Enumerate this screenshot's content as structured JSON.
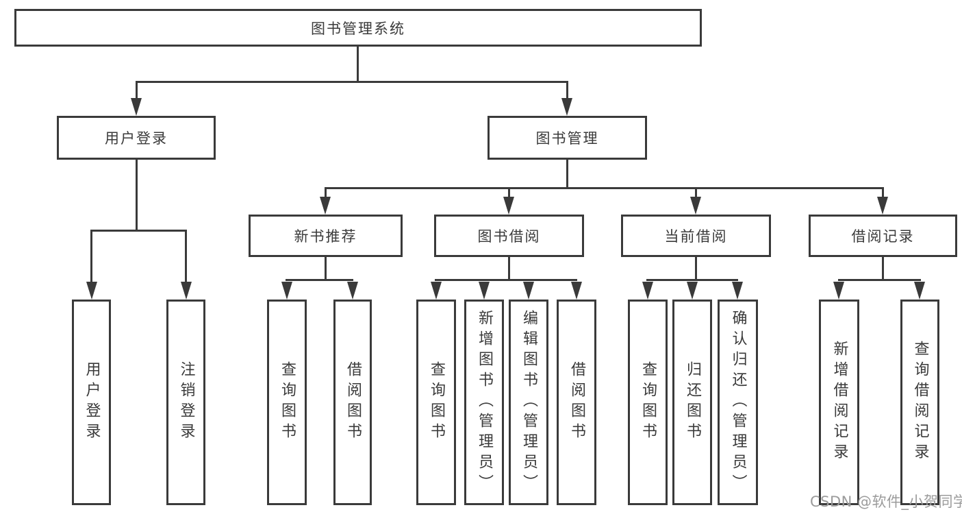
{
  "tree": {
    "label": "图书管理系统",
    "children": [
      {
        "label": "用户登录",
        "children": [
          {
            "label": "用户登录"
          },
          {
            "label": "注销登录"
          }
        ]
      },
      {
        "label": "图书管理",
        "children": [
          {
            "label": "新书推荐",
            "children": [
              {
                "label": "查询图书"
              },
              {
                "label": "借阅图书"
              }
            ]
          },
          {
            "label": "图书借阅",
            "children": [
              {
                "label": "查询图书"
              },
              {
                "label": "新增图书（管理员）"
              },
              {
                "label": "编辑图书（管理员）"
              },
              {
                "label": "借阅图书"
              }
            ]
          },
          {
            "label": "当前借阅",
            "children": [
              {
                "label": "查询图书"
              },
              {
                "label": "归还图书"
              },
              {
                "label": "确认归还（管理员）"
              }
            ]
          },
          {
            "label": "借阅记录",
            "children": [
              {
                "label": "新增借阅记录"
              },
              {
                "label": "查询借阅记录"
              }
            ]
          }
        ]
      }
    ]
  },
  "watermark": {
    "text": "CSDN @软件_小贺同学"
  },
  "colors": {
    "line": "#3a3a3a",
    "text": "#3a3a3a",
    "watermark": "#9b9b9b",
    "background": "#ffffff"
  }
}
